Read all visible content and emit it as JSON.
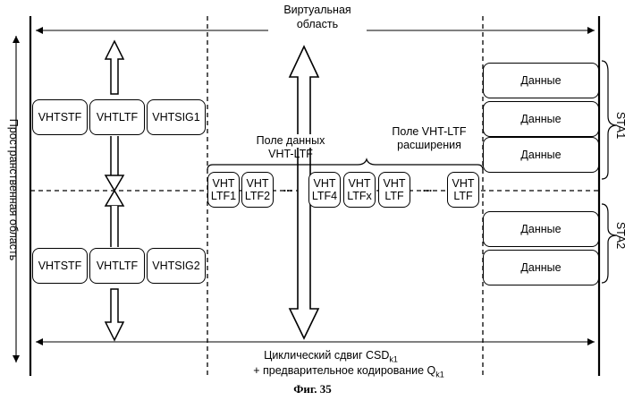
{
  "figure": {
    "caption": "Фиг. 35",
    "top_label_line1": "Виртуальная",
    "top_label_line2": "область",
    "side_label": "Пространственная область",
    "bottom_label_line1": "Циклический сдвиг CSD",
    "bottom_label_sub": "k1",
    "bottom_label_line2": "+ предварительное кодирование  Q",
    "bottom_label_sub2": "k1"
  },
  "stream1_fields": [
    "VHTSTF",
    "VHTLTF",
    "VHTSIG1"
  ],
  "stream2_fields": [
    "VHTSTF",
    "VHTLTF",
    "VHTSIG2"
  ],
  "data_field_label": {
    "line1": "Поле данных",
    "line2": "VHT-LTF"
  },
  "ext_field_label": {
    "line1": "Поле VHT-LTF",
    "line2": "расширения"
  },
  "ltf_boxes": [
    {
      "line1": "VHT",
      "line2": "LTF1"
    },
    {
      "line1": "VHT",
      "line2": "LTF2"
    },
    {
      "line1": "VHT",
      "line2": "LTF4"
    },
    {
      "line1": "VHT",
      "line2": "LTFx"
    },
    {
      "line1": "VHT",
      "line2": "LTF"
    },
    {
      "line1": "VHT",
      "line2": "LTF"
    }
  ],
  "ellipsis": "...",
  "sta1": {
    "label": "STA1",
    "boxes": [
      "Данные",
      "Данные",
      "Данные"
    ]
  },
  "sta2": {
    "label": "STA2",
    "boxes": [
      "Данные",
      "Данные"
    ]
  }
}
